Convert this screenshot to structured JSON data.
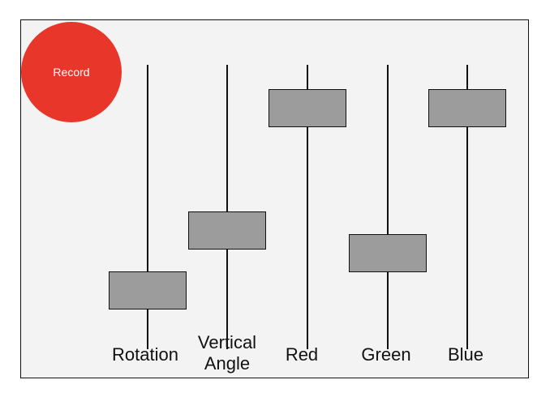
{
  "record": {
    "label": "Record",
    "color": "#e8362a"
  },
  "colors": {
    "panel_background": "#f3f3f3",
    "handle": "#9c9c9c",
    "stroke": "#111111"
  },
  "sliders": [
    {
      "id": "rotation",
      "label": "Rotation",
      "level": 0.21
    },
    {
      "id": "vertical-angle",
      "label": "Vertical\nAngle",
      "level": 0.42
    },
    {
      "id": "red",
      "label": "Red",
      "level": 0.85
    },
    {
      "id": "green",
      "label": "Green",
      "level": 0.34
    },
    {
      "id": "blue",
      "label": "Blue",
      "level": 0.85
    }
  ]
}
